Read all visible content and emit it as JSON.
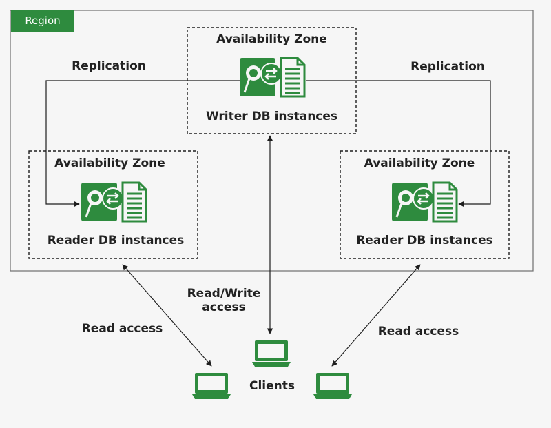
{
  "region": {
    "label": "Region"
  },
  "zones": {
    "writer": {
      "zone_label": "Availability Zone",
      "instance_label": "Writer DB instances"
    },
    "reader_left": {
      "zone_label": "Availability Zone",
      "instance_label": "Reader DB instances"
    },
    "reader_right": {
      "zone_label": "Availability Zone",
      "instance_label": "Reader DB instances"
    }
  },
  "replication": {
    "left": "Replication",
    "right": "Replication"
  },
  "access": {
    "read_left": "Read access",
    "read_write_line1": "Read/Write",
    "read_write_line2": "access",
    "read_right": "Read access"
  },
  "clients": {
    "label": "Clients"
  },
  "colors": {
    "accent": "#2e8b3e",
    "line": "#1e1e1e",
    "background": "#f6f6f6"
  },
  "icons": {
    "db": "database-server-icon",
    "client": "laptop-icon"
  }
}
